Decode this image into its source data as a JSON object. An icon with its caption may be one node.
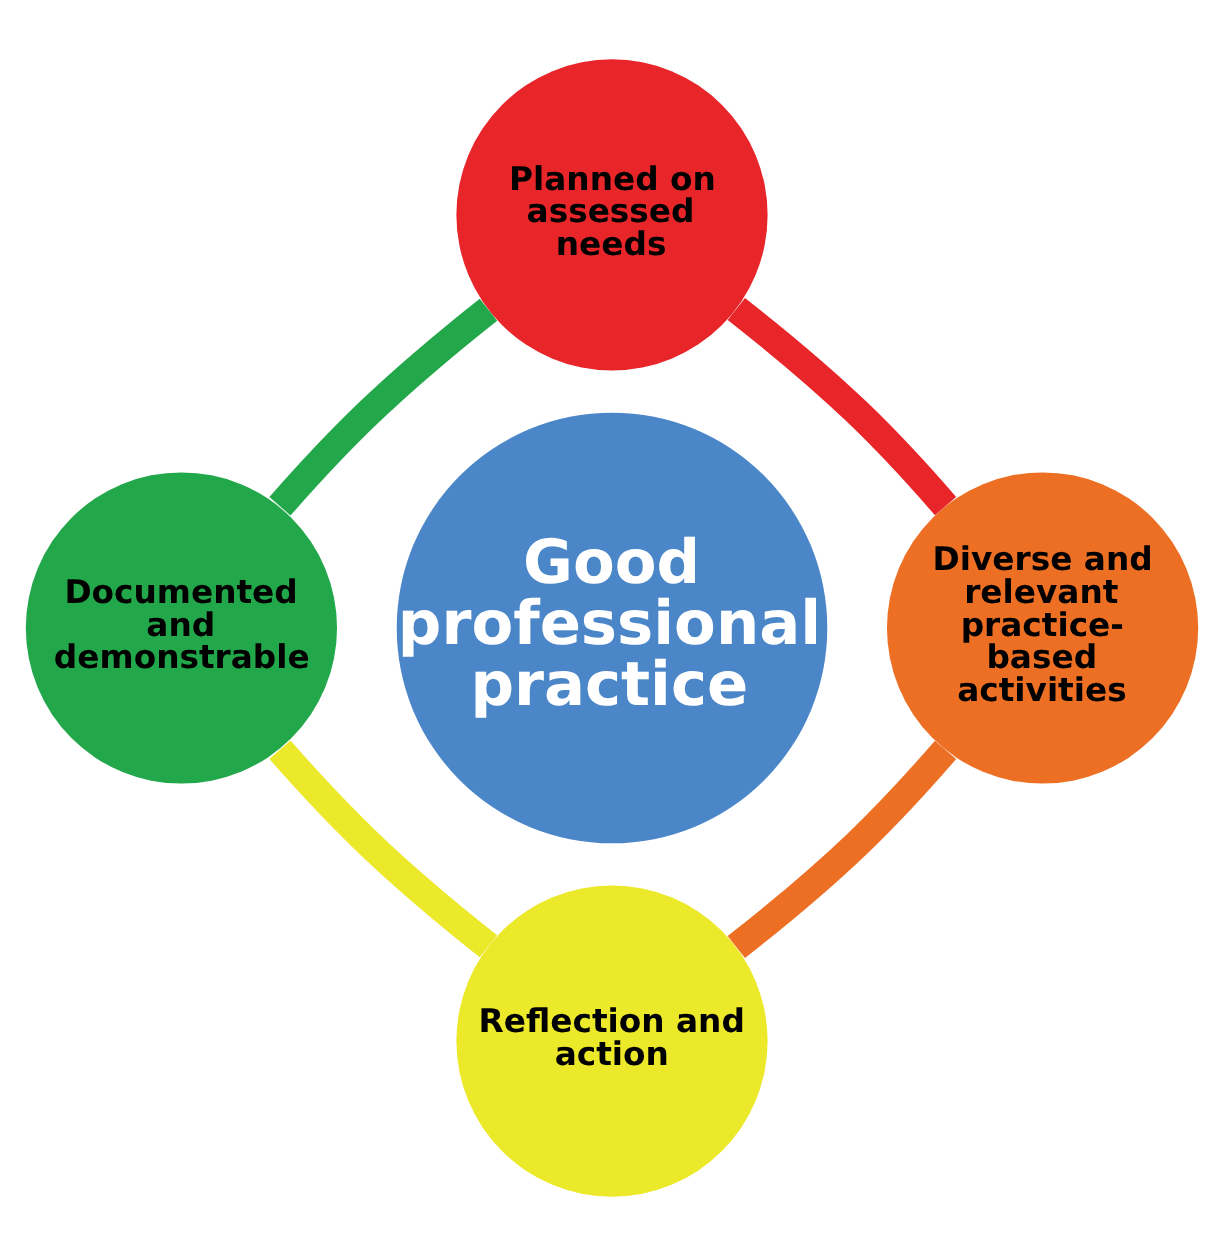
{
  "diagram": {
    "nodes": [
      {
        "text": [
          "Planned on assessed needs"
        ]
      },
      {
        "text": [
          "Documented and demonstrable"
        ]
      },
      {
        "text": [
          "Good professional practice"
        ]
      },
      {
        "text": [
          "Diverse and relevant practice-based activities"
        ]
      },
      {
        "text": [
          "Reflection and action"
        ]
      }
    ],
    "edges": [
      {
        "from": 0,
        "to": 3,
        "arrow": "none",
        "color": "#e8262a"
      },
      {
        "from": 3,
        "to": 4,
        "arrow": "none",
        "color": "#ec6f24"
      },
      {
        "from": 4,
        "to": 1,
        "arrow": "none",
        "color": "#ece82a"
      },
      {
        "from": 1,
        "to": 0,
        "arrow": "none",
        "color": "#22a84a"
      }
    ]
  }
}
